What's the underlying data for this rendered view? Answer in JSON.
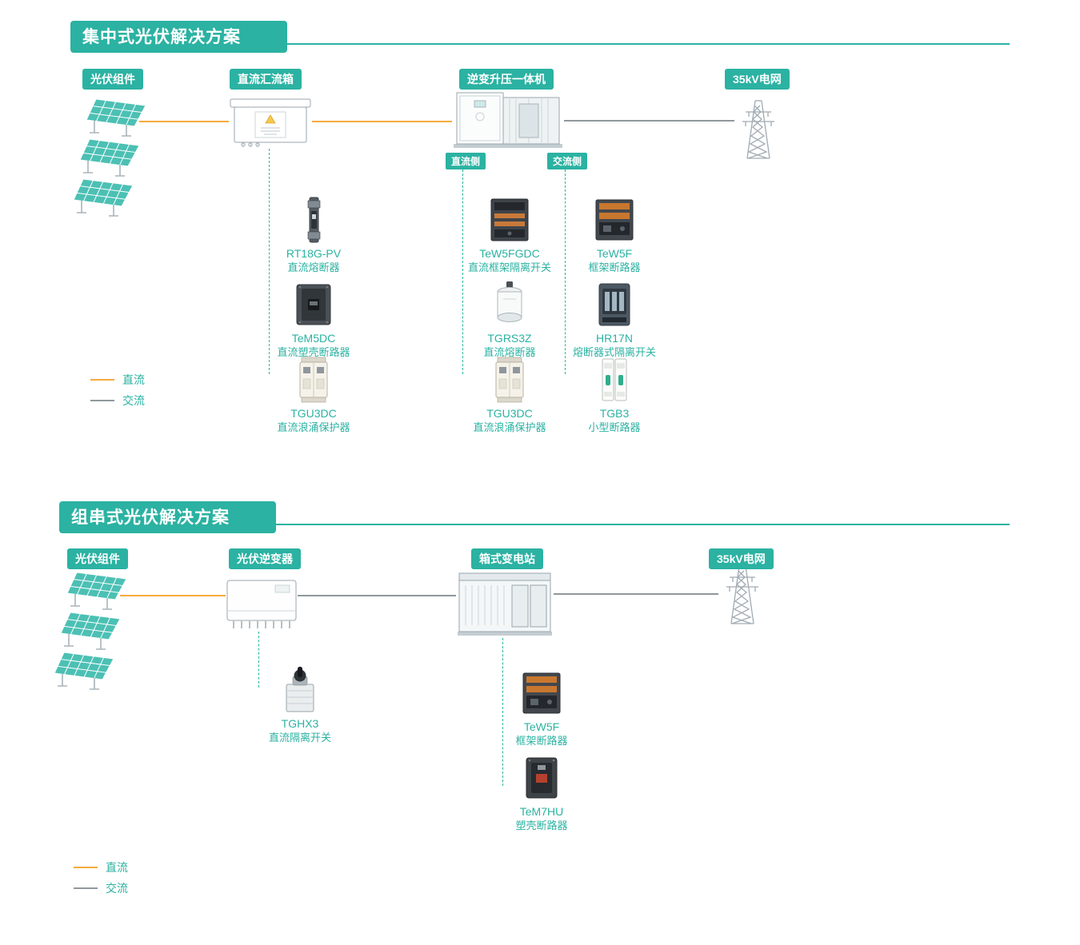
{
  "colors": {
    "accent_teal": "#2bb2a2",
    "dc_line_orange": "#f5ab3d",
    "ac_line_gray": "#8f989e"
  },
  "legend": {
    "dc_label": "直流",
    "ac_label": "交流"
  },
  "s1": {
    "title": "集中式光伏解决方案",
    "nodes": [
      {
        "label": "光伏组件"
      },
      {
        "label": "直流汇流箱"
      },
      {
        "label": "逆变升压一体机"
      },
      {
        "label": "35kV电网"
      }
    ],
    "branches": [
      {
        "label": "直流侧"
      },
      {
        "label": "交流侧"
      }
    ],
    "combiner_products": [
      {
        "name": "RT18G-PV",
        "desc": "直流熔断器"
      },
      {
        "name": "TeM5DC",
        "desc": "直流塑壳断路器"
      },
      {
        "name": "TGU3DC",
        "desc": "直流浪涌保护器"
      }
    ],
    "dc_products": [
      {
        "name": "TeW5FGDC",
        "desc": "直流框架隔离开关"
      },
      {
        "name": "TGRS3Z",
        "desc": "直流熔断器"
      },
      {
        "name": "TGU3DC",
        "desc": "直流浪涌保护器"
      }
    ],
    "ac_products": [
      {
        "name": "TeW5F",
        "desc": "框架断路器"
      },
      {
        "name": "HR17N",
        "desc": "熔断器式隔离开关"
      },
      {
        "name": "TGB3",
        "desc": "小型断路器"
      }
    ]
  },
  "s2": {
    "title": "组串式光伏解决方案",
    "nodes": [
      {
        "label": "光伏组件"
      },
      {
        "label": "光伏逆变器"
      },
      {
        "label": "箱式变电站"
      },
      {
        "label": "35kV电网"
      }
    ],
    "inverter_products": [
      {
        "name": "TGHX3",
        "desc": "直流隔离开关"
      }
    ],
    "substation_products": [
      {
        "name": "TeW5F",
        "desc": "框架断路器"
      },
      {
        "name": "TeM7HU",
        "desc": "塑壳断路器"
      }
    ]
  }
}
